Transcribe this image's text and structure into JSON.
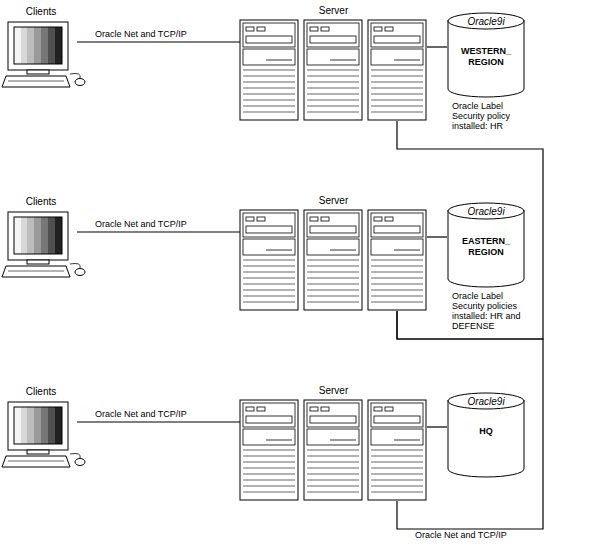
{
  "diagram": {
    "nodes": [
      {
        "text": [
          "Clients"
        ]
      },
      {
        "text": [
          "Server"
        ]
      },
      {
        "text": [
          "Oracle9i",
          "WESTERN_ REGION"
        ]
      },
      {
        "text": [
          "Clients"
        ]
      },
      {
        "text": [
          "Server"
        ]
      },
      {
        "text": [
          "Oracle9i",
          "EASTERN_ REGION"
        ]
      },
      {
        "text": [
          "Clients"
        ]
      },
      {
        "text": [
          "Server"
        ]
      },
      {
        "text": [
          "Oracle9i",
          "HQ"
        ]
      }
    ],
    "edges": [
      {
        "from": 0,
        "to": 1,
        "label": "Oracle Net and TCP/IP",
        "arrow": "none"
      },
      {
        "from": 1,
        "to": 2,
        "arrow": "none"
      },
      {
        "from": 3,
        "to": 4,
        "label": "Oracle Net and TCP/IP",
        "arrow": "none"
      },
      {
        "from": 4,
        "to": 5,
        "arrow": "none"
      },
      {
        "from": 6,
        "to": 7,
        "label": "Oracle Net and TCP/IP",
        "arrow": "none"
      },
      {
        "from": 7,
        "to": 8,
        "arrow": "none"
      },
      {
        "from": 1,
        "to": 4,
        "arrow": "none"
      },
      {
        "from": 4,
        "to": 7,
        "arrow": "none"
      }
    ],
    "labels": [
      "Oracle Label Security policy installed: HR",
      "Oracle Label Security policies installed: HR and DEFENSE",
      "Oracle Net and TCP/IP"
    ]
  }
}
